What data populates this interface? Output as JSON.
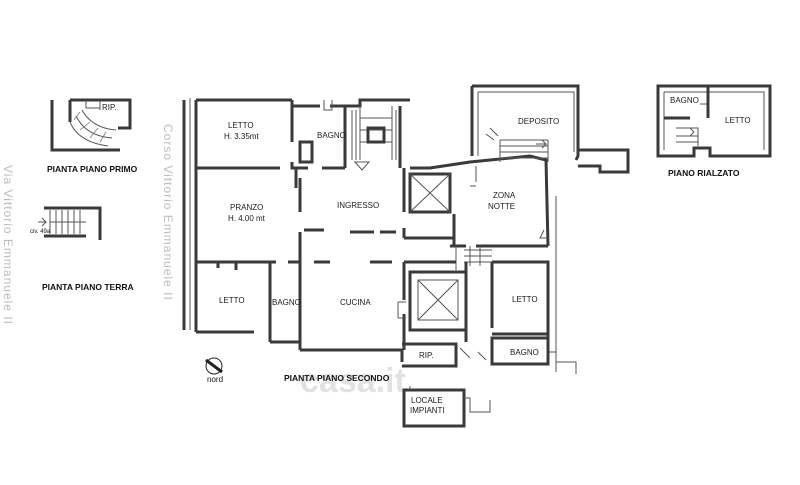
{
  "streets": {
    "left": "Via Vittorio Emmanuele II",
    "center": "Corso Vittorio Emmanuele II"
  },
  "inset_titles": {
    "primo": "PIANTA PIANO PRIMO",
    "terra": "PIANTA PIANO TERRA",
    "rialzato": "PIANO RIALZATO",
    "secondo": "PIANTA PIANO SECONDO"
  },
  "rooms": {
    "rip_primo": "RIP.",
    "civ": "civ. 49a",
    "letto_main": "LETTO",
    "letto_main_h": "H. 3.35mt",
    "bagno_top": "BAGNO",
    "pranzo": "PRANZO",
    "pranzo_h": "H. 4.00 mt",
    "ingresso": "INGRESSO",
    "deposito": "DEPOSITO",
    "zona": "ZONA",
    "notte": "NOTTE",
    "letto_bl": "LETTO",
    "bagno_bl": "BAGNO",
    "cucina": "CUCINA",
    "letto_right": "LETTO",
    "rip_bottom": "RIP.",
    "bagno_right": "BAGNO",
    "locale": "LOCALE",
    "impianti": "IMPIANTI",
    "bagno_rialzato": "BAGNO",
    "letto_rialzato": "LETTO"
  },
  "compass": {
    "label": "nord"
  },
  "watermark": "casa.it"
}
